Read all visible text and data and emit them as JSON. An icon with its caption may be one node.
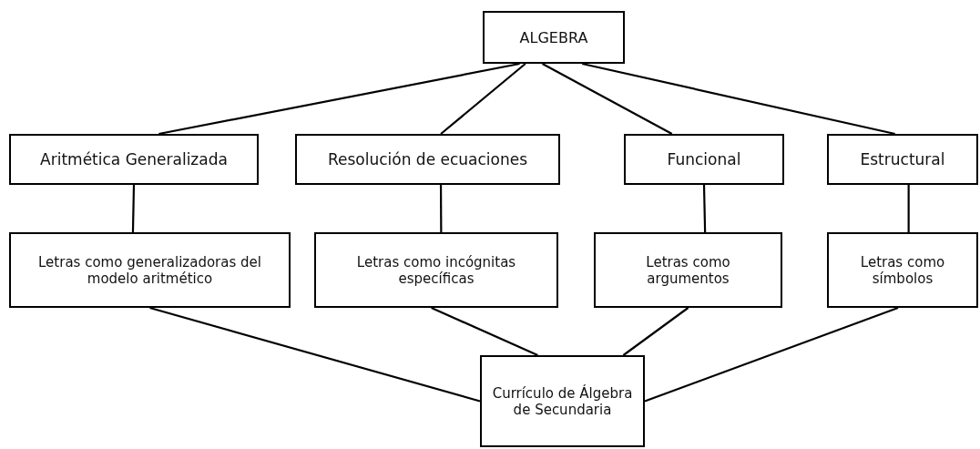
{
  "diagram": {
    "nodes": [
      {
        "text": [
          "ALGEBRA"
        ]
      },
      {
        "text": [
          "Aritmética Generalizada"
        ]
      },
      {
        "text": [
          "Resolución de ecuaciones"
        ]
      },
      {
        "text": [
          "Funcional"
        ]
      },
      {
        "text": [
          "Estructural"
        ]
      },
      {
        "text": [
          "Letras como generalizadoras del modelo aritmético"
        ]
      },
      {
        "text": [
          "Letras como incógnitas específicas"
        ]
      },
      {
        "text": [
          "Letras como argumentos"
        ]
      },
      {
        "text": [
          "Letras como símbolos"
        ]
      },
      {
        "text": [
          "Currículo de Álgebra de Secundaria"
        ]
      }
    ],
    "edges": [
      {
        "from": 0,
        "to": 1,
        "arrow": "none"
      },
      {
        "from": 0,
        "to": 2,
        "arrow": "none"
      },
      {
        "from": 0,
        "to": 3,
        "arrow": "none"
      },
      {
        "from": 0,
        "to": 4,
        "arrow": "none"
      },
      {
        "from": 1,
        "to": 5,
        "arrow": "none"
      },
      {
        "from": 2,
        "to": 6,
        "arrow": "none"
      },
      {
        "from": 3,
        "to": 7,
        "arrow": "none"
      },
      {
        "from": 4,
        "to": 8,
        "arrow": "none"
      },
      {
        "from": 5,
        "to": 9,
        "arrow": "none"
      },
      {
        "from": 6,
        "to": 9,
        "arrow": "none"
      },
      {
        "from": 7,
        "to": 9,
        "arrow": "none"
      },
      {
        "from": 8,
        "to": 9,
        "arrow": "none"
      }
    ]
  }
}
